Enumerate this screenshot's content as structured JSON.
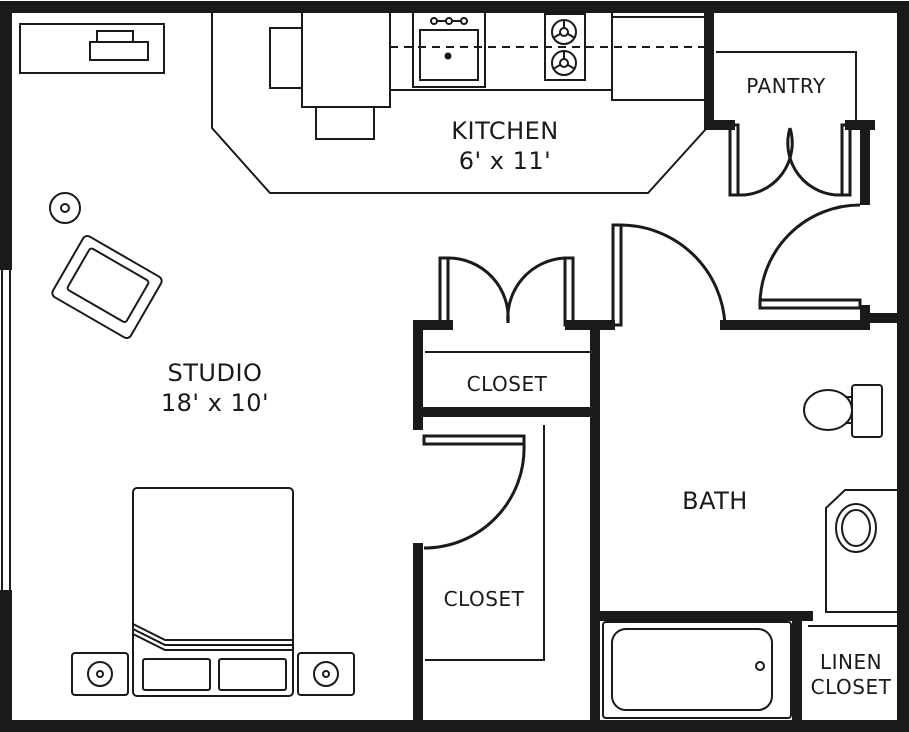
{
  "rooms": {
    "kitchen": {
      "name": "KITCHEN",
      "dimensions": "6' x 11'"
    },
    "pantry": {
      "name": "PANTRY"
    },
    "studio": {
      "name": "STUDIO",
      "dimensions": "18' x 10'"
    },
    "closet_upper": {
      "name": "CLOSET"
    },
    "closet_lower": {
      "name": "CLOSET"
    },
    "bath": {
      "name": "BATH"
    },
    "linen_closet": {
      "name_line1": "LINEN",
      "name_line2": "CLOSET"
    }
  },
  "colors": {
    "wall": "#1a1a1a",
    "fixture": "#1a1a1a",
    "background": "#ffffff"
  }
}
